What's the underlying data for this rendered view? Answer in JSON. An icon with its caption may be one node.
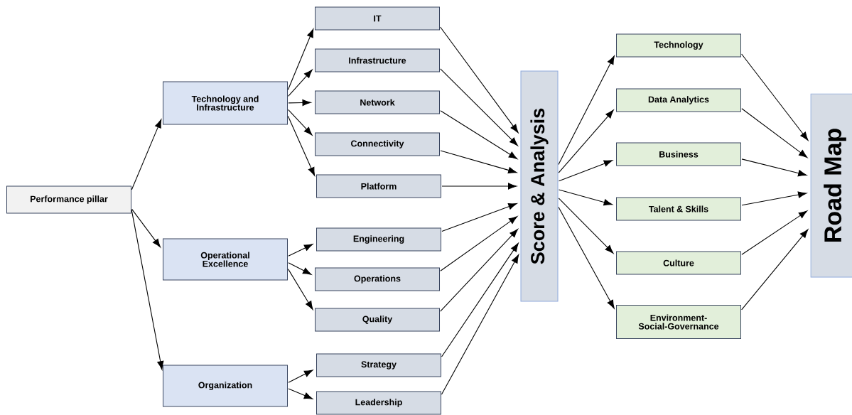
{
  "diagram": {
    "nodes": [
      {
        "text": [
          "Performance pillar"
        ]
      },
      {
        "text": [
          "Technology and Infrastructure"
        ]
      },
      {
        "text": [
          "Operational Excellence"
        ]
      },
      {
        "text": [
          "Organization"
        ]
      },
      {
        "text": [
          "IT"
        ]
      },
      {
        "text": [
          "Infrastructure"
        ]
      },
      {
        "text": [
          "Network"
        ]
      },
      {
        "text": [
          "Connectivity"
        ]
      },
      {
        "text": [
          "Platform"
        ]
      },
      {
        "text": [
          "Engineering"
        ]
      },
      {
        "text": [
          "Operations"
        ]
      },
      {
        "text": [
          "Quality"
        ]
      },
      {
        "text": [
          "Strategy"
        ]
      },
      {
        "text": [
          "Leadership"
        ]
      },
      {
        "text": [
          "Score & Analysis"
        ]
      },
      {
        "text": [
          "Technology"
        ]
      },
      {
        "text": [
          "Data Analytics"
        ]
      },
      {
        "text": [
          "Business"
        ]
      },
      {
        "text": [
          "Talent & Skills"
        ]
      },
      {
        "text": [
          "Culture"
        ]
      },
      {
        "text": [
          "Environment-Social-Governance"
        ]
      },
      {
        "text": [
          "Road Map"
        ]
      }
    ],
    "edges": [
      {
        "from": 0,
        "to": 1,
        "arrow": "to"
      },
      {
        "from": 0,
        "to": 2,
        "arrow": "to"
      },
      {
        "from": 0,
        "to": 3,
        "arrow": "to"
      },
      {
        "from": 1,
        "to": 4,
        "arrow": "to"
      },
      {
        "from": 1,
        "to": 5,
        "arrow": "to"
      },
      {
        "from": 1,
        "to": 6,
        "arrow": "to"
      },
      {
        "from": 1,
        "to": 7,
        "arrow": "to"
      },
      {
        "from": 1,
        "to": 8,
        "arrow": "to"
      },
      {
        "from": 2,
        "to": 9,
        "arrow": "to"
      },
      {
        "from": 2,
        "to": 10,
        "arrow": "to"
      },
      {
        "from": 2,
        "to": 11,
        "arrow": "to"
      },
      {
        "from": 3,
        "to": 12,
        "arrow": "to"
      },
      {
        "from": 3,
        "to": 13,
        "arrow": "to"
      },
      {
        "from": 4,
        "to": 14,
        "arrow": "to"
      },
      {
        "from": 5,
        "to": 14,
        "arrow": "to"
      },
      {
        "from": 6,
        "to": 14,
        "arrow": "to"
      },
      {
        "from": 7,
        "to": 14,
        "arrow": "to"
      },
      {
        "from": 8,
        "to": 14,
        "arrow": "to"
      },
      {
        "from": 9,
        "to": 14,
        "arrow": "to"
      },
      {
        "from": 10,
        "to": 14,
        "arrow": "to"
      },
      {
        "from": 11,
        "to": 14,
        "arrow": "to"
      },
      {
        "from": 12,
        "to": 14,
        "arrow": "to"
      },
      {
        "from": 13,
        "to": 14,
        "arrow": "to"
      },
      {
        "from": 14,
        "to": 15,
        "arrow": "to"
      },
      {
        "from": 14,
        "to": 16,
        "arrow": "to"
      },
      {
        "from": 14,
        "to": 17,
        "arrow": "to"
      },
      {
        "from": 14,
        "to": 18,
        "arrow": "to"
      },
      {
        "from": 14,
        "to": 19,
        "arrow": "to"
      },
      {
        "from": 14,
        "to": 20,
        "arrow": "to"
      },
      {
        "from": 15,
        "to": 21,
        "arrow": "to"
      },
      {
        "from": 16,
        "to": 21,
        "arrow": "to"
      },
      {
        "from": 17,
        "to": 21,
        "arrow": "to"
      },
      {
        "from": 18,
        "to": 21,
        "arrow": "to"
      },
      {
        "from": 19,
        "to": 21,
        "arrow": "to"
      },
      {
        "from": 20,
        "to": 21,
        "arrow": "to"
      }
    ]
  }
}
